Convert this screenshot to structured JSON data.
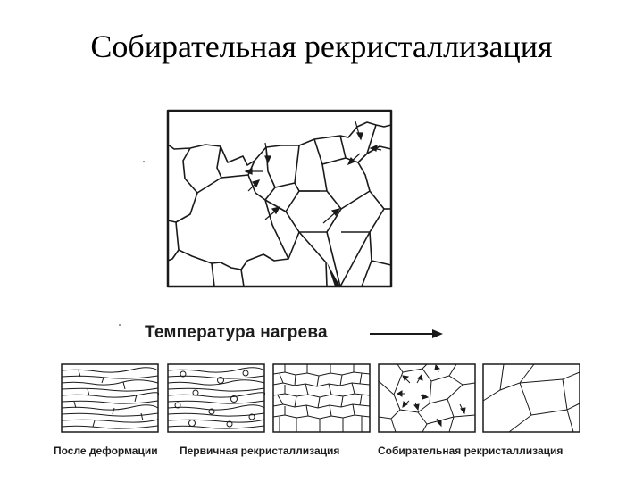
{
  "slide": {
    "title": "Собирательная рекристаллизация"
  },
  "process_axis": {
    "label": "Температура нагрева",
    "arrow_icon": "arrow-right-icon"
  },
  "stages": [
    {
      "id": "deformed",
      "caption": "После деформации"
    },
    {
      "id": "primary",
      "caption": "Первичная рекристаллизация"
    },
    {
      "id": "fine",
      "caption": ""
    },
    {
      "id": "collective",
      "caption": "Собирательная рекристаллизация"
    },
    {
      "id": "coarse",
      "caption": ""
    }
  ],
  "colors": {
    "line": "#1a1a1a",
    "text": "#1c1c1c"
  }
}
